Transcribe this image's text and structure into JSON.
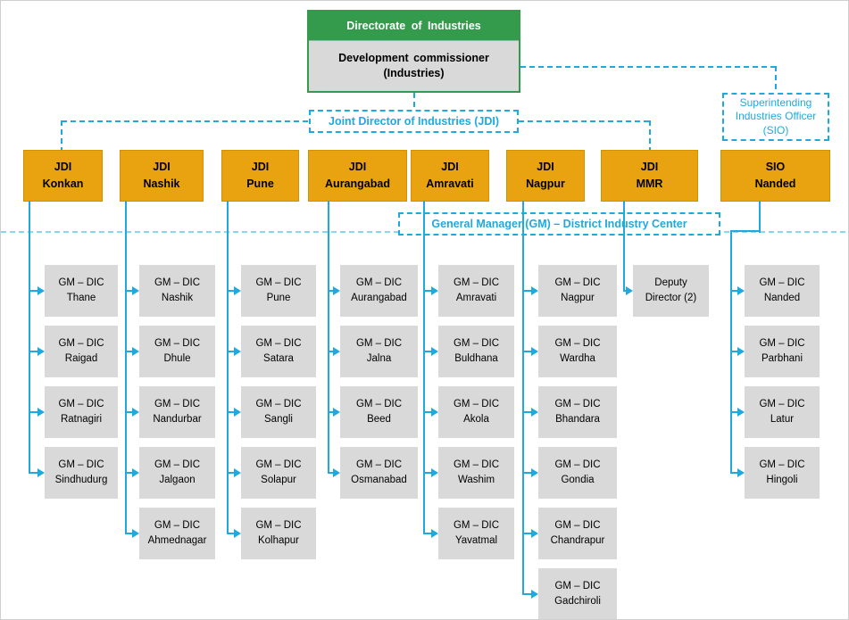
{
  "root": {
    "title": "Directorate of Industries",
    "subtitle": "Development commissioner\n(Industries)"
  },
  "labels": {
    "jdi": "Joint Director of Industries (JDI)",
    "gm": "General Manager (GM) – District Industry Center",
    "sio": "Superintending Industries Officer (SIO)"
  },
  "columns": [
    {
      "head": "JDI\nKonkan",
      "children": [
        "GM – DIC\nThane",
        "GM – DIC\nRaigad",
        "GM – DIC\nRatnagiri",
        "GM – DIC\nSindhudurg"
      ]
    },
    {
      "head": "JDI\nNashik",
      "children": [
        "GM – DIC\nNashik",
        "GM – DIC\nDhule",
        "GM – DIC\nNandurbar",
        "GM – DIC\nJalgaon",
        "GM – DIC\nAhmednagar"
      ]
    },
    {
      "head": "JDI\nPune",
      "children": [
        "GM – DIC\nPune",
        "GM – DIC\nSatara",
        "GM – DIC\nSangli",
        "GM – DIC\nSolapur",
        "GM – DIC\nKolhapur"
      ]
    },
    {
      "head": "JDI\nAurangabad",
      "children": [
        "GM – DIC\nAurangabad",
        "GM – DIC\nJalna",
        "GM – DIC\nBeed",
        "GM – DIC\nOsmanabad"
      ]
    },
    {
      "head": "JDI\nAmravati",
      "children": [
        "GM – DIC\nAmravati",
        "GM – DIC\nBuldhana",
        "GM – DIC\nAkola",
        "GM – DIC\nWashim",
        "GM – DIC\nYavatmal"
      ]
    },
    {
      "head": "JDI\nNagpur",
      "children": [
        "GM – DIC\nNagpur",
        "GM – DIC\nWardha",
        "GM – DIC\nBhandara",
        "GM – DIC\nGondia",
        "GM – DIC\nChandrapur",
        "GM – DIC\nGadchiroli"
      ]
    },
    {
      "head": "JDI\nMMR",
      "children": [
        "Deputy\nDirector (2)"
      ]
    },
    {
      "head": "SIO\nNanded",
      "children": [
        "GM – DIC\nNanded",
        "GM – DIC\nParbhani",
        "GM – DIC\nLatur",
        "GM – DIC\nHingoli"
      ]
    }
  ],
  "colors": {
    "green": "#339B4B",
    "orange": "#E9A311",
    "cyan": "#1FA9DF",
    "light_cyan_dash": "#8BD7F0",
    "box_gray": "#D9D9D9"
  }
}
